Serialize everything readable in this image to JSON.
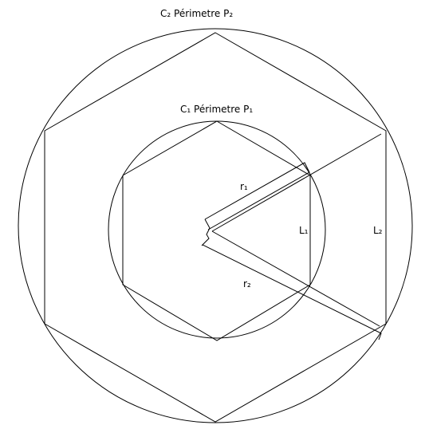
{
  "labels": {
    "c2": "C₂ Périmetre P₂",
    "c1": "C₁ Périmetre P₁",
    "r1": "r₁",
    "r2": "r₂",
    "l1": "L₁",
    "l2": "L₂"
  },
  "colors": {
    "stroke": "#000000",
    "background": "#ffffff"
  }
}
